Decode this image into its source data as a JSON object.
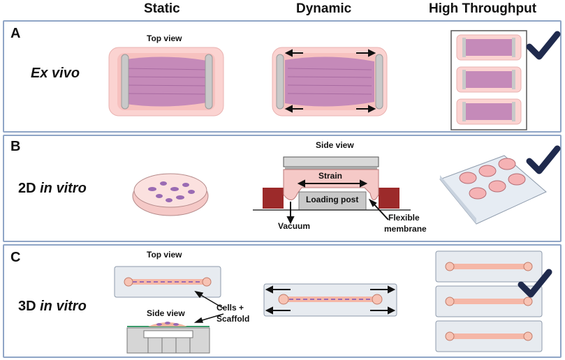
{
  "columns": {
    "static": "Static",
    "dynamic": "Dynamic",
    "high_throughput": "High Throughput"
  },
  "rows": {
    "a": {
      "letter": "A",
      "label": "Ex vivo",
      "static_view": "Top view"
    },
    "b": {
      "letter": "B",
      "label_prefix": "2D ",
      "label_italic": "in vitro",
      "dynamic_view": "Side view",
      "strain": "Strain",
      "post": "Loading post",
      "vacuum": "Vacuum",
      "membrane_1": "Flexible",
      "membrane_2": "membrane"
    },
    "c": {
      "letter": "C",
      "label_prefix": "3D ",
      "label_italic": "in vitro",
      "top_view": "Top view",
      "side_view": "Side view",
      "cells_1": "Cells +",
      "cells_2": "Scaffold"
    }
  },
  "colors": {
    "panel_border": "#8fa5c6",
    "tissue": "#c58ab9",
    "dish_pink": "#f5c9c7",
    "post_red": "#9c2a2a",
    "check": "#1f2a4d"
  },
  "icons": [
    "arrow-icon",
    "checkmark-icon",
    "well-plate-icon",
    "petri-dish-icon"
  ]
}
